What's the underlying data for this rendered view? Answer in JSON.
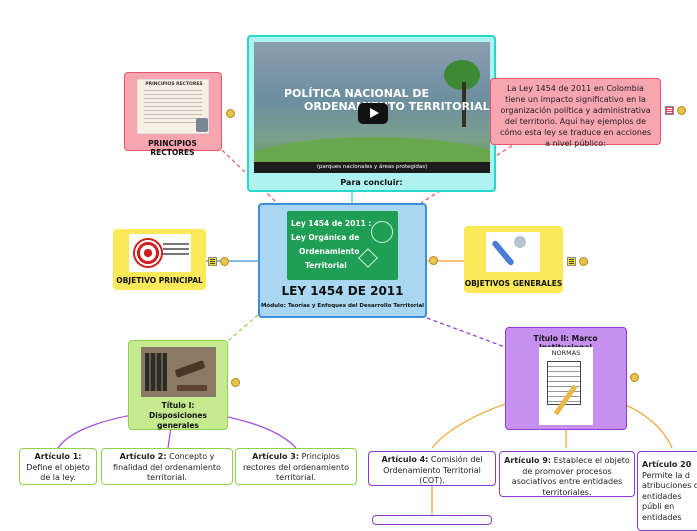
{
  "central": {
    "title": "LEY 1454 DE 2011",
    "subtitle": "Módulo: Teorías y Enfoques del Desarrollo Territorial",
    "image_text": [
      "Ley 1454 de 2011 :",
      "Ley Orgánica de",
      "Ordenamiento",
      "Territorial"
    ]
  },
  "video": {
    "title_lines": [
      "POLÍTICA NACIONAL DE",
      "ORDENAMIENTO TERRITORIAL"
    ],
    "caption": "(parques nacionales y áreas protegidas)",
    "label": "Para concluir:"
  },
  "conclusion": {
    "text": "La Ley 1454 de 2011 en Colombia tiene un impacto significativo en la organización política y administrativa del territorio. Aquí hay ejemplos de cómo esta ley se traduce en acciones a nivel público:"
  },
  "principios": {
    "label": "PRINCIPIOS RECTORES",
    "image_title": "PRINCIPIOS RECTORES"
  },
  "objetivo_principal": {
    "label": "OBJETIVO PRINCIPAL"
  },
  "objetivos_generales": {
    "label": "OBJETIVOS GENERALES"
  },
  "titulo1": {
    "label": "Título I: Disposiciones generales",
    "articles": [
      {
        "bold": "Artículo 1:",
        "text": " Define el objeto de la ley."
      },
      {
        "bold": "Artículo 2:",
        "text": " Concepto y finalidad del ordenamiento territorial."
      },
      {
        "bold": "Artículo 3:",
        "text": " Principios rectores del ordenamiento territorial."
      }
    ]
  },
  "titulo2": {
    "label": "Título II: Marco Institucional",
    "image_label": "NORMAS",
    "articles": [
      {
        "bold": "Artículo 4:",
        "text": " Comisión del Ordenamiento Territorial (COT)."
      },
      {
        "bold": "Artículo 9:",
        "text": " Establece el objeto de promover procesos asociativos entre entidades territoriales."
      },
      {
        "bold": "Artículo 20",
        "text": " Permite la d atribuciones d entidades públi en entidades"
      }
    ]
  },
  "colors": {
    "central_bg": "#a9d7f2",
    "central_border": "#3d8fd6",
    "video_bg": "#aef3ef",
    "video_border": "#28d6cc",
    "pink_bg": "#f6a5b1",
    "pink_border": "#e4566b",
    "yellow_bg": "#fbe95a",
    "green_bg": "#c6ea8f",
    "green_border": "#8fd14f",
    "purple_bg": "#c690f0",
    "purple_border": "#8e3bd1",
    "orange_line": "#f3a12b"
  }
}
